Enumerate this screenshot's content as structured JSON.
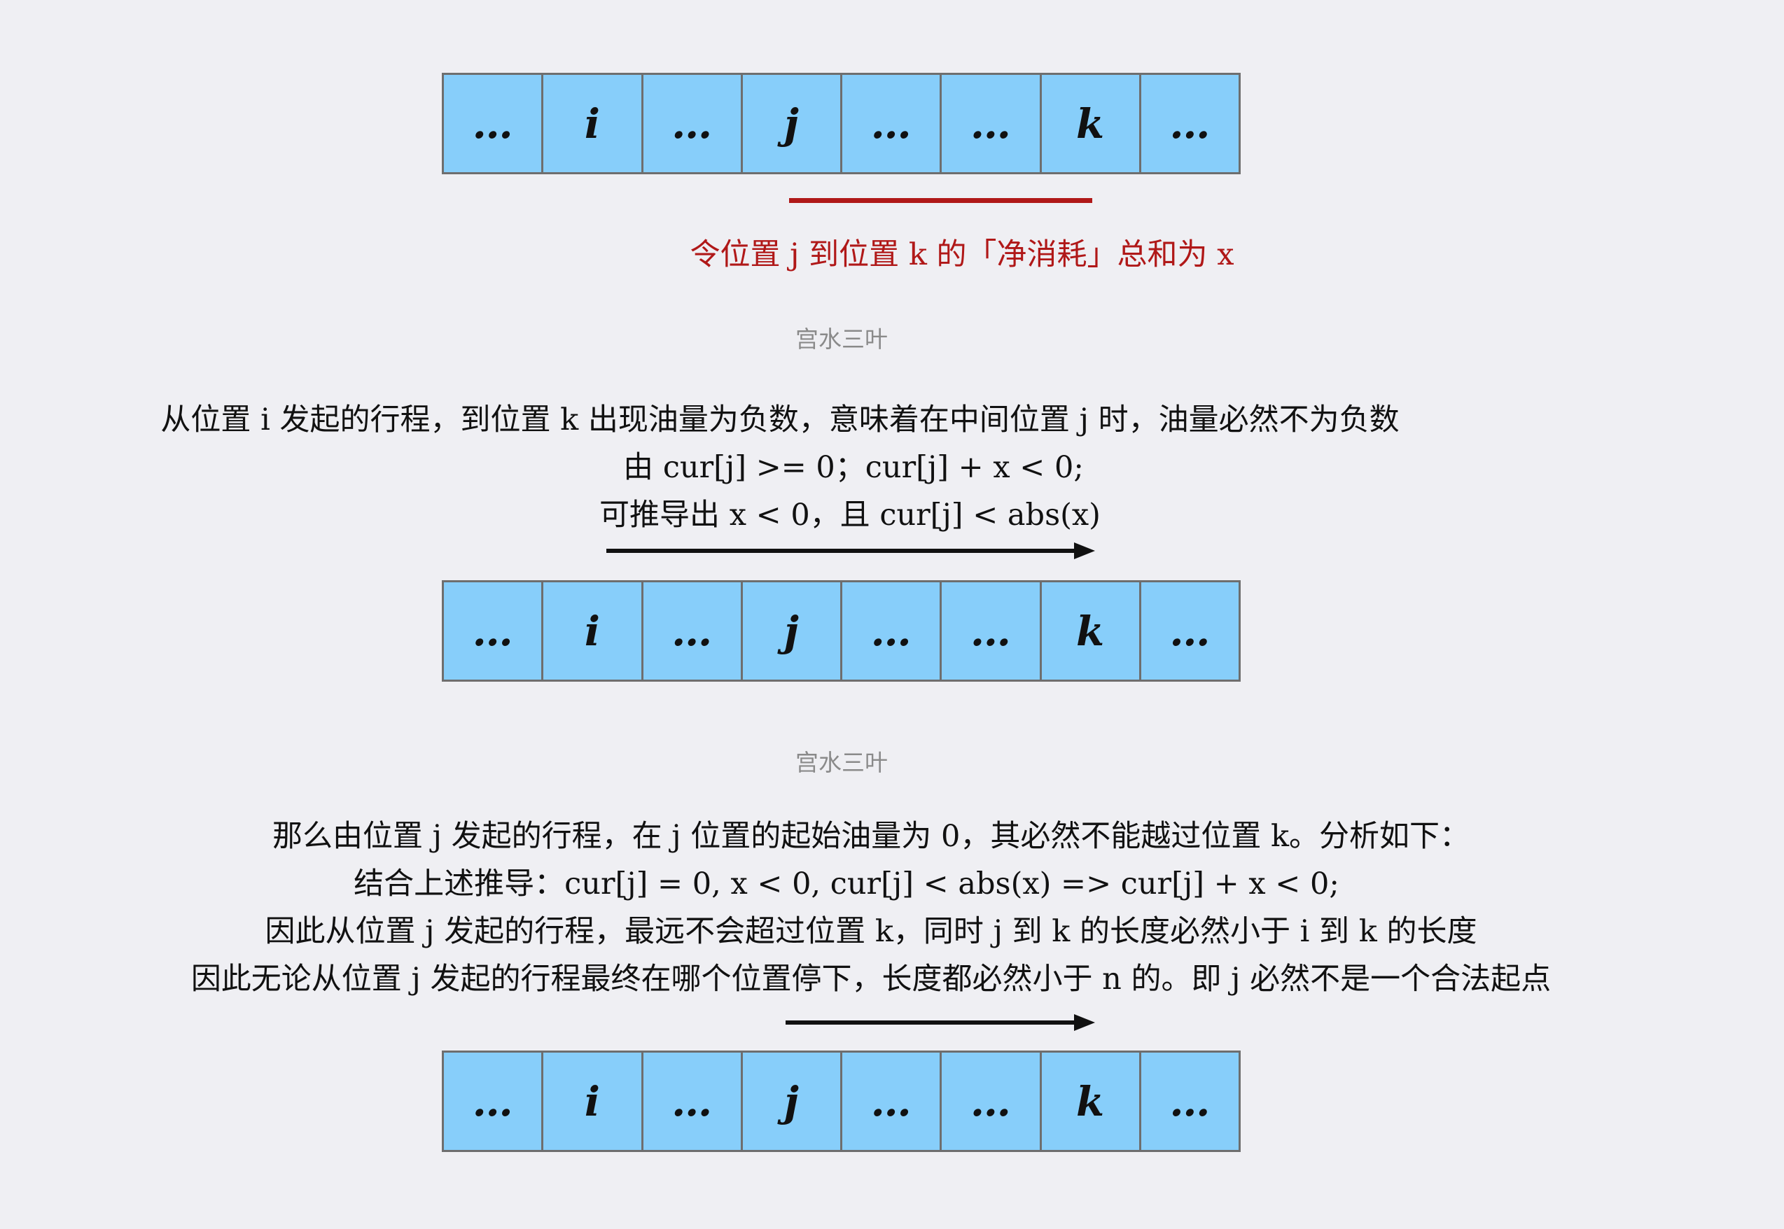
{
  "cells": [
    "…",
    "i",
    "…",
    "j",
    "…",
    "…",
    "k",
    "…"
  ],
  "caption1": "令位置 j 到位置 k 的「净消耗」总和为 x",
  "watermark": "宫水三叶",
  "block1": [
    "从位置 i 发起的行程，到位置 k 出现油量为负数，意味着在中间位置 j 时，油量必然不为负数",
    "由 cur[j] >= 0；cur[j] + x < 0;",
    "可推导出 x < 0，且 cur[j] < abs(x)"
  ],
  "block2": [
    "那么由位置 j 发起的行程，在 j 位置的起始油量为 0，其必然不能越过位置 k。分析如下：",
    "结合上述推导：cur[j] = 0, x < 0, cur[j] < abs(x)  => cur[j] + x < 0;",
    "因此从位置 j 发起的行程，最远不会超过位置 k，同时 j 到 k 的长度必然小于 i 到 k 的长度",
    "因此无论从位置 j 发起的行程最终在哪个位置停下，长度都必然小于 n 的。即 j 必然不是一个合法起点"
  ],
  "colors": {
    "cell_fill": "#87cefa",
    "cell_border": "#6e6e6e",
    "highlight": "#b01818",
    "background": "#efeff3"
  }
}
